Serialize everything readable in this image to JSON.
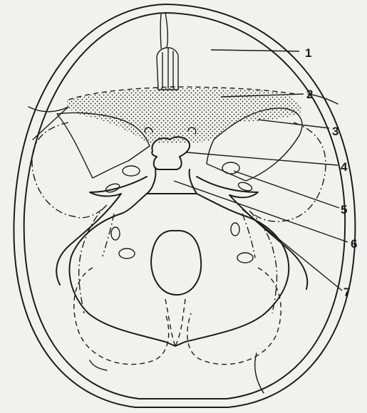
{
  "labels": [
    {
      "id": "1",
      "text": "1"
    },
    {
      "id": "2",
      "text": "2"
    },
    {
      "id": "3",
      "text": "3"
    },
    {
      "id": "4",
      "text": "4"
    },
    {
      "id": "5",
      "text": "5"
    },
    {
      "id": "6",
      "text": "6"
    },
    {
      "id": "7",
      "text": "7"
    }
  ],
  "colors": {
    "ink": "#1c1c1c",
    "paper": "#f1f1ef"
  }
}
